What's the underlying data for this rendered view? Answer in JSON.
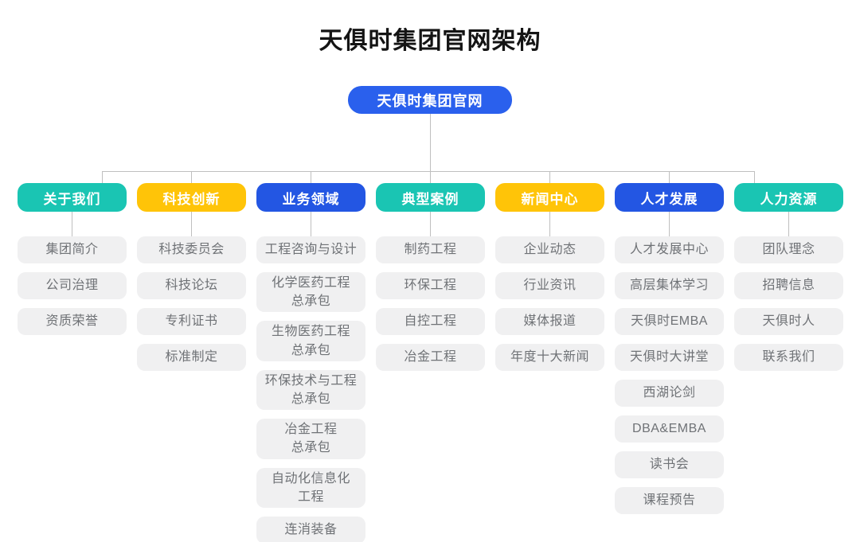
{
  "title": "天俱时集团官网架构",
  "root": {
    "label": "天俱时集团官网"
  },
  "colors": {
    "teal": "#1ac5b3",
    "yellow": "#ffc408",
    "blue": "#2356e3",
    "root_blue": "#2a60ed",
    "child_bg": "#f0f0f1",
    "child_text": "#6f7276",
    "line": "#bfbfbf"
  },
  "columns": [
    {
      "label": "关于我们",
      "color": "teal",
      "items": [
        "集团简介",
        "公司治理",
        "资质荣誉"
      ]
    },
    {
      "label": "科技创新",
      "color": "yellow",
      "items": [
        "科技委员会",
        "科技论坛",
        "专利证书",
        "标准制定"
      ]
    },
    {
      "label": "业务领域",
      "color": "blue",
      "items": [
        "工程咨询与设计",
        "化学医药工程\n总承包",
        "生物医药工程\n总承包",
        "环保技术与工程\n总承包",
        "冶金工程\n总承包",
        "自动化信息化\n工程",
        "连消装备"
      ]
    },
    {
      "label": "典型案例",
      "color": "teal",
      "items": [
        "制药工程",
        "环保工程",
        "自控工程",
        "冶金工程"
      ]
    },
    {
      "label": "新闻中心",
      "color": "yellow",
      "items": [
        "企业动态",
        "行业资讯",
        "媒体报道",
        "年度十大新闻"
      ]
    },
    {
      "label": "人才发展",
      "color": "blue",
      "items": [
        "人才发展中心",
        "高层集体学习",
        "天俱时EMBA",
        "天俱时大讲堂",
        "西湖论剑",
        "DBA&EMBA",
        "读书会",
        "课程预告"
      ]
    },
    {
      "label": "人力资源",
      "color": "teal",
      "items": [
        "团队理念",
        "招聘信息",
        "天俱时人",
        "联系我们"
      ]
    }
  ]
}
